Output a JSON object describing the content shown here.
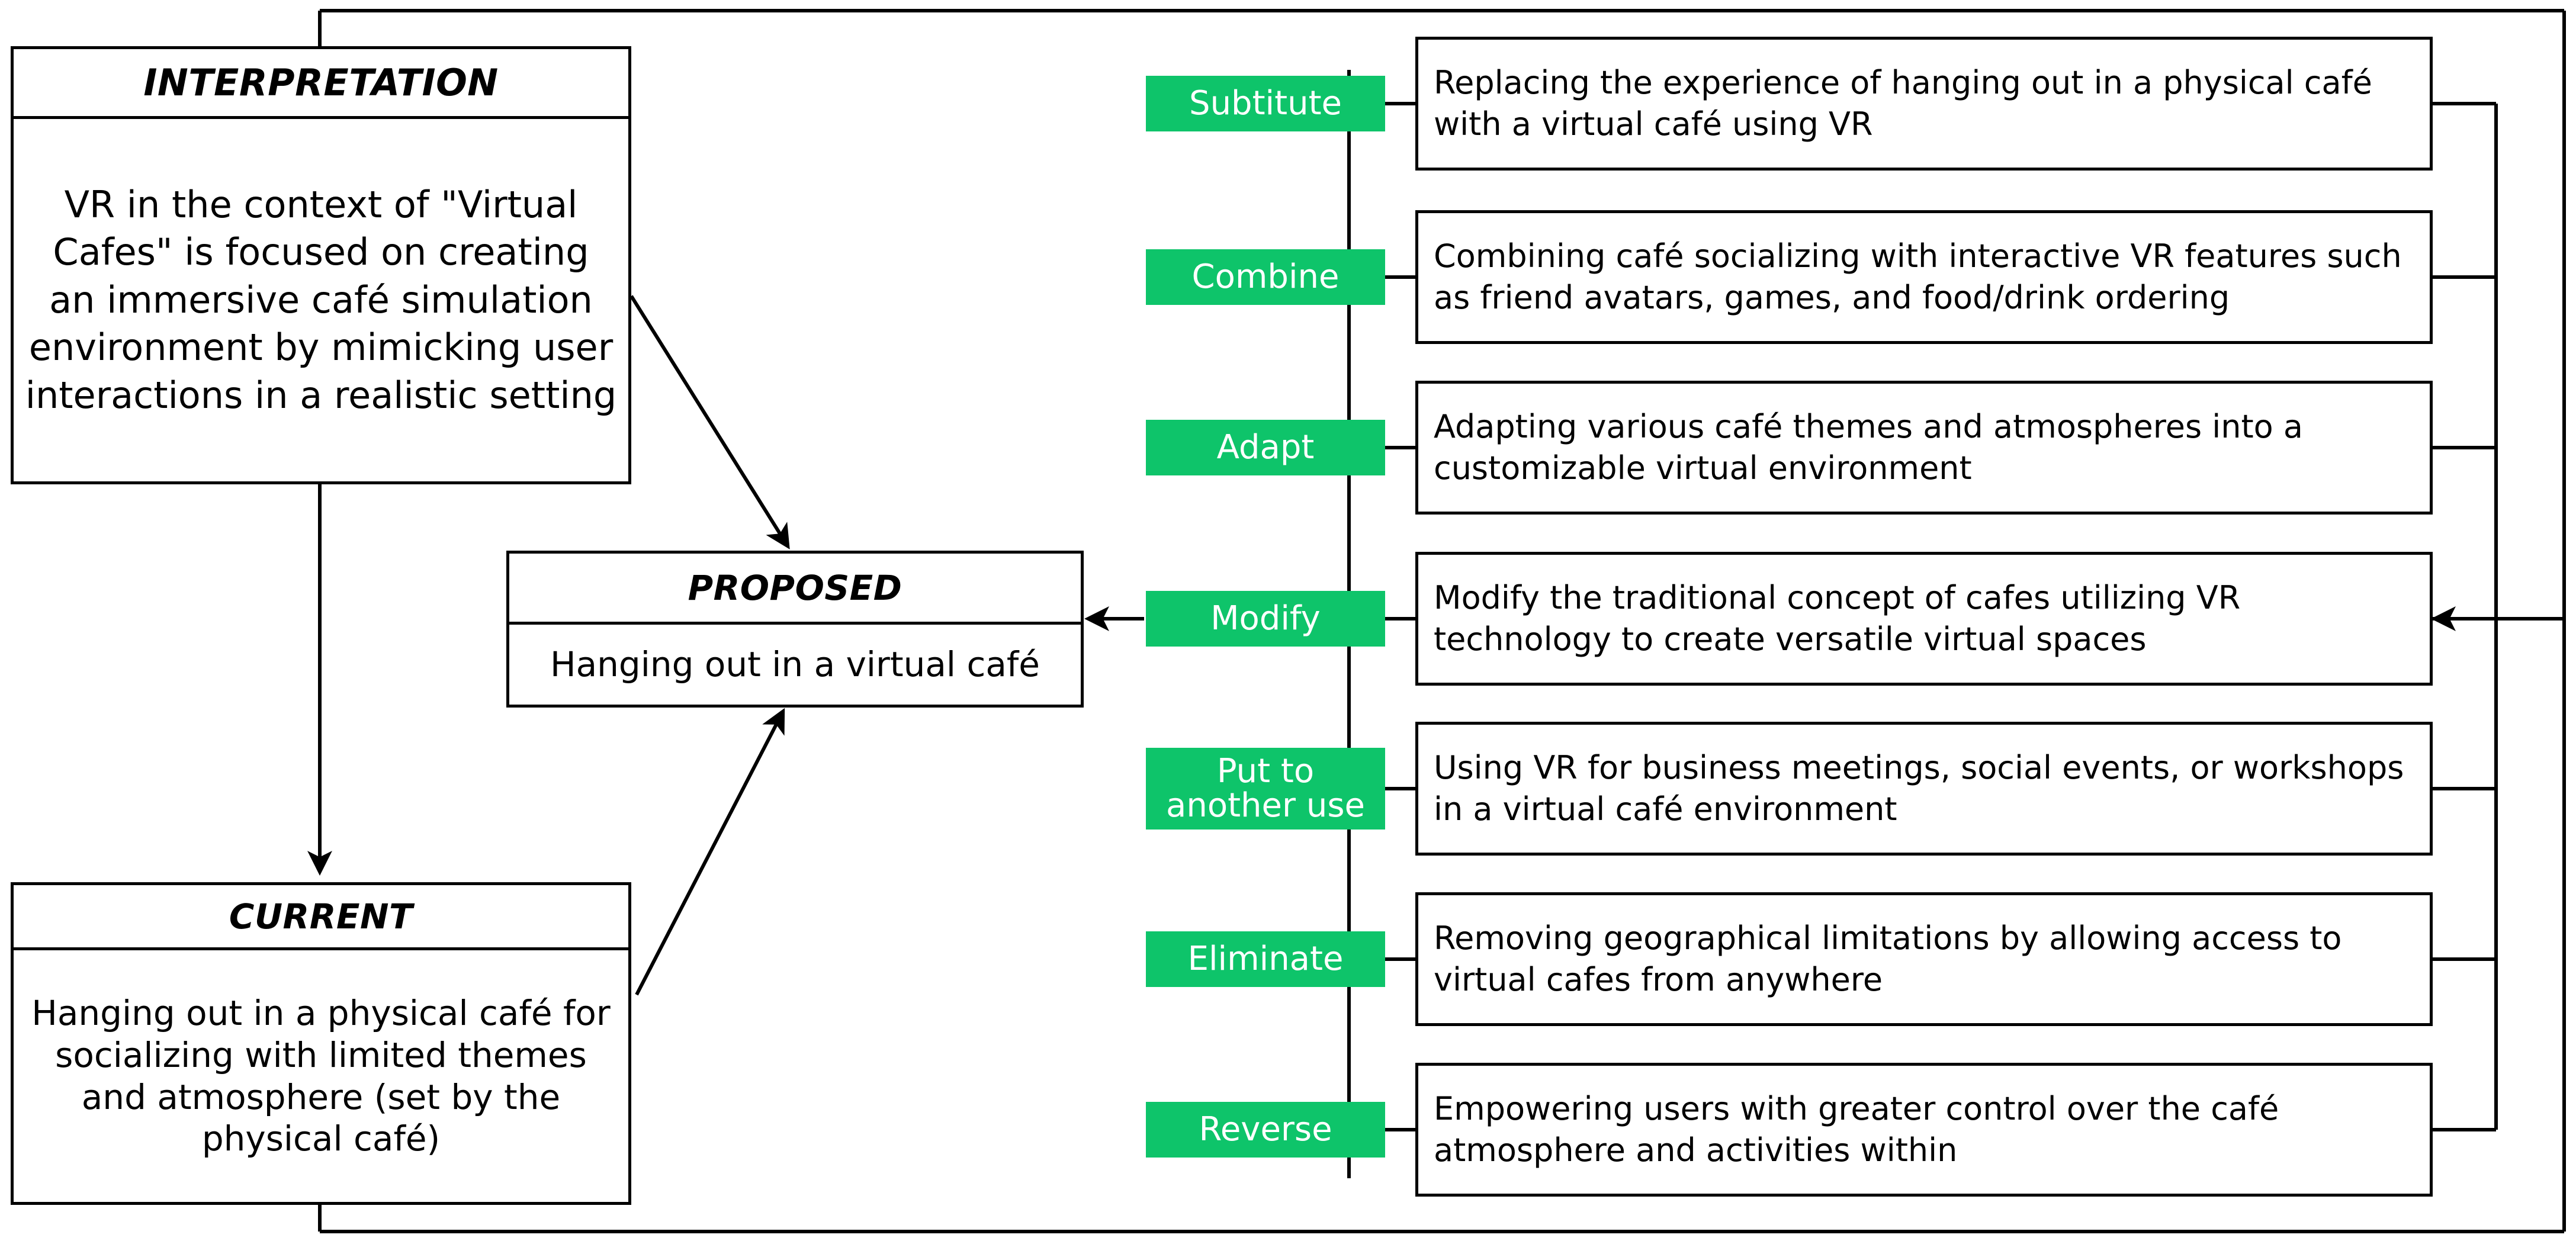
{
  "diagram": {
    "title_hidden": "",
    "accent_green": "#0EC46A",
    "line_color": "#000000"
  },
  "left_column": {
    "interpretation": {
      "header": "INTERPRETATION",
      "body": "VR in the context of \"Virtual Cafes\" is focused on creating an immersive café simulation environment by mimicking user interactions in a realistic setting"
    },
    "proposed": {
      "header": "PROPOSED",
      "body": "Hanging out in a virtual café"
    },
    "current": {
      "header": "CURRENT",
      "body": "Hanging out in a physical café for socializing with limited themes and atmosphere (set by the physical café)"
    }
  },
  "scamper": {
    "rows": [
      {
        "label": "Subtitute",
        "description": "Replacing the experience of hanging out in a physical café with a virtual café using VR"
      },
      {
        "label": "Combine",
        "description": "Combining café socializing with interactive VR features such as friend avatars, games, and food/drink ordering"
      },
      {
        "label": "Adapt",
        "description": "Adapting various café themes and atmospheres into a customizable virtual environment"
      },
      {
        "label": "Modify",
        "description": "Modify the traditional concept of cafes utilizing VR technology to create versatile virtual spaces"
      },
      {
        "label": "Put to another use",
        "description": "Using VR for business meetings, social events, or workshops in a virtual café environment"
      },
      {
        "label": "Eliminate",
        "description": "Removing geographical limitations by allowing access to virtual cafes from anywhere"
      },
      {
        "label": "Reverse",
        "description": "Empowering users with greater control over the café atmosphere and activities within"
      }
    ]
  }
}
